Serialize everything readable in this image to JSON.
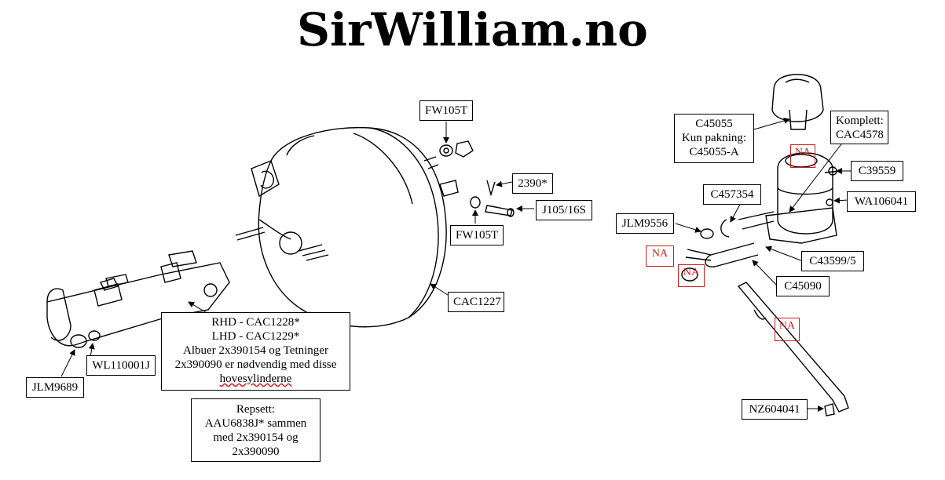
{
  "site_title": "SirWilliam.no",
  "labels": {
    "fw105t_top": "FW105T",
    "l2390": "2390*",
    "j105": "J105/16S",
    "fw105t_bottom": "FW105T",
    "cac1227": "CAC1227",
    "master_cyl_l1": "RHD - CAC1228*",
    "master_cyl_l2": "LHD - CAC1229*",
    "master_cyl_l3": "Albuer 2x390154 og Tetninger",
    "master_cyl_l4": "2x390090 er nødvendig med disse",
    "master_cyl_l5": "hovesylinderne",
    "wl110001j": "WL110001J",
    "jlm9689": "JLM9689",
    "repsett_l1": "Repsett:",
    "repsett_l2": "AAU6838J* sammen",
    "repsett_l3": "med 2x390154 og",
    "repsett_l4": "2x390090",
    "c45055_l1": "C45055",
    "c45055_l2": "Kun pakning:",
    "c45055_l3": "C45055-A",
    "komplett_l1": "Komplett:",
    "komplett_l2": "CAC4578",
    "c39559": "C39559",
    "c457354": "C457354",
    "wa106041": "WA106041",
    "jlm9556": "JLM9556",
    "c43599": "C43599/5",
    "c45090": "C45090",
    "nz604041": "NZ604041",
    "na": "NA"
  }
}
